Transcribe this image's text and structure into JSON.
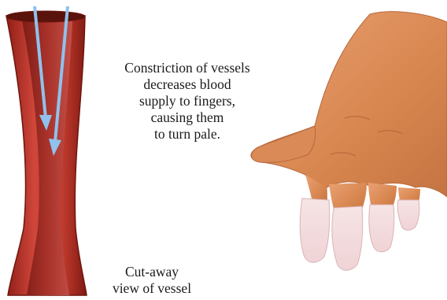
{
  "caption": {
    "lines": [
      "Constriction of vessels",
      "decreases blood",
      "supply to fingers,",
      "causing them",
      "to turn pale."
    ]
  },
  "vessel_label": {
    "lines": [
      "Cut-away",
      "view of vessel"
    ]
  },
  "colors": {
    "vessel_outer": "#c0392b",
    "vessel_inner": "#9b2a22",
    "arrow": "#7fb3e0",
    "skin": "#d9875a",
    "pale_fingertip": "#f2dede"
  },
  "icons": [
    "blood-flow-arrow",
    "vessel-illustration",
    "hand-illustration"
  ]
}
